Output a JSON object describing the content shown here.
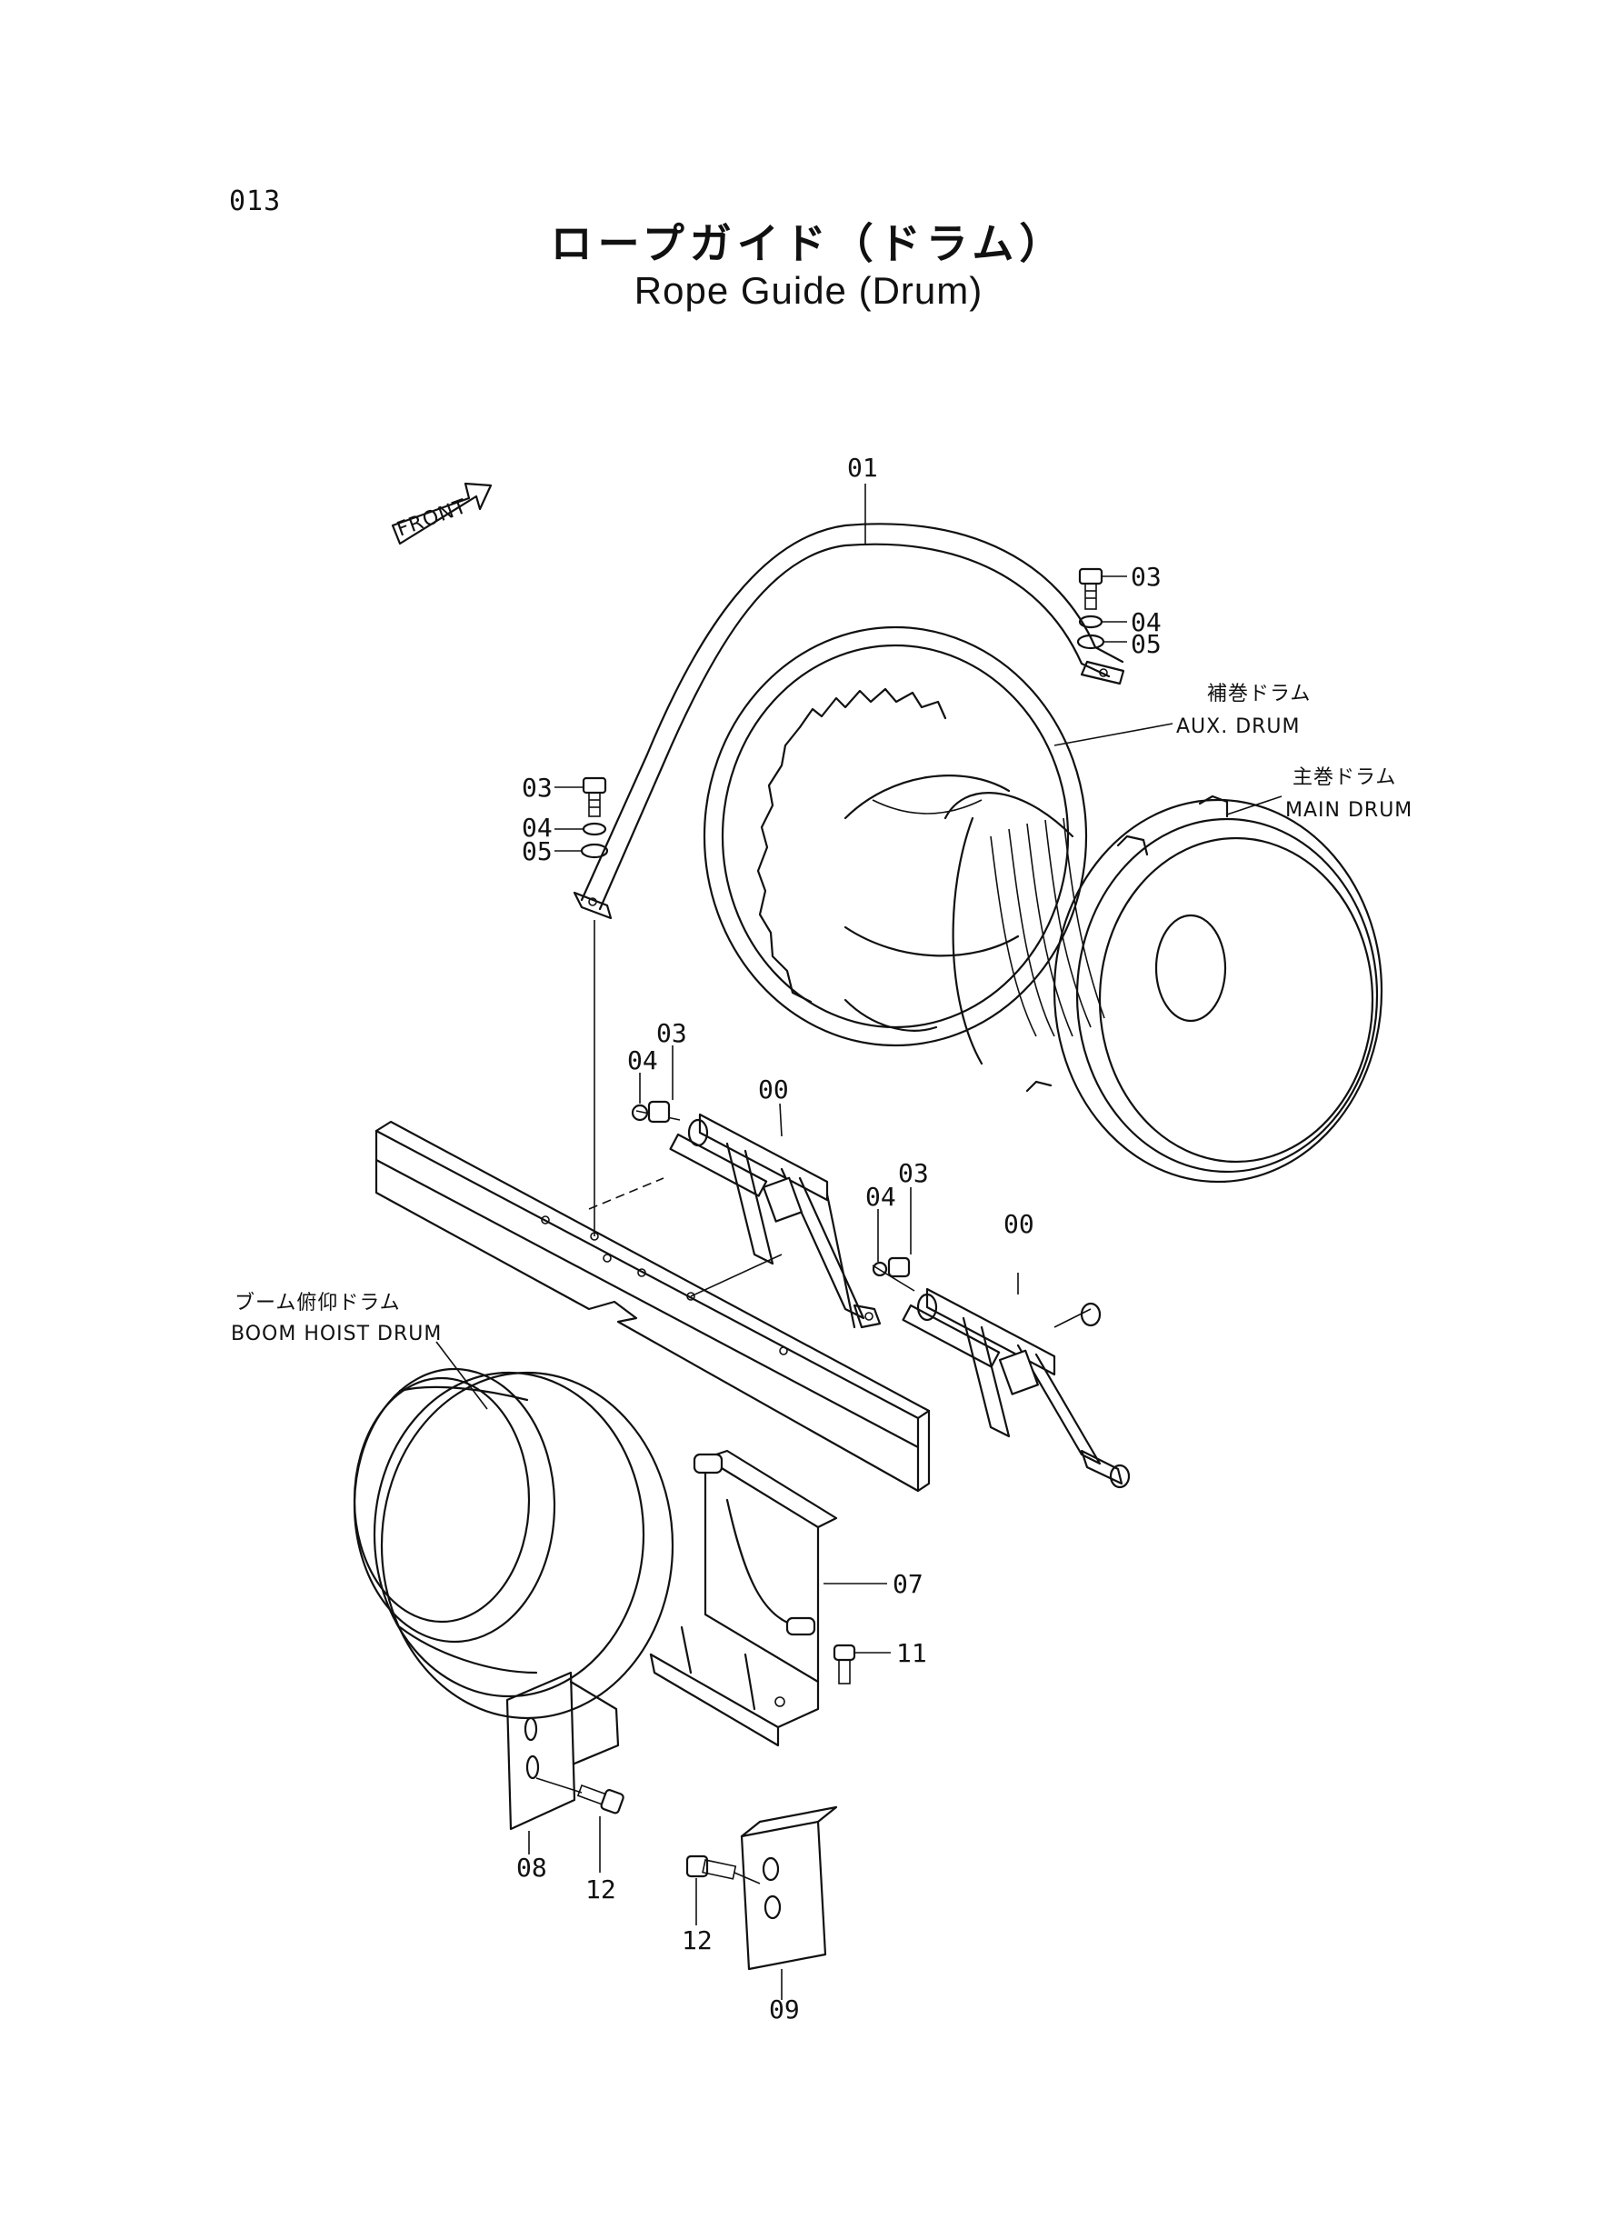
{
  "page_number": "013",
  "title_jp": "ロープガイド（ドラム）",
  "title_en": "Rope Guide (Drum)",
  "front_label": "FRONT",
  "drums": {
    "aux_jp": "補巻ドラム",
    "aux_en": "AUX. DRUM",
    "main_jp": "主巻ドラム",
    "main_en": "MAIN DRUM",
    "boom_jp": "ブーム俯仰ドラム",
    "boom_en": "BOOM HOIST DRUM"
  },
  "callouts": {
    "p01": "01",
    "p03_top": "03",
    "p04_top": "04",
    "p05_top": "05",
    "p03_left": "03",
    "p04_left": "04",
    "p05_left": "05",
    "p04_a": "04",
    "p03_a": "03",
    "p00_a": "00",
    "p04_b": "04",
    "p03_b": "03",
    "p00_b": "00",
    "p07": "07",
    "p11": "11",
    "p08": "08",
    "p12_a": "12",
    "p12_b": "12",
    "p09": "09"
  }
}
